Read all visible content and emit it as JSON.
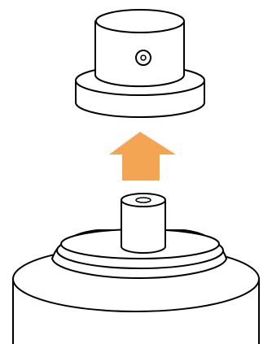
{
  "diagram": {
    "subject": "spray-can-nozzle-attachment",
    "parts": [
      {
        "name": "spray-nozzle-cap",
        "icon": "nozzle-cap-icon"
      },
      {
        "name": "insert-direction-arrow",
        "icon": "arrow-up-icon"
      },
      {
        "name": "valve-stem",
        "icon": "valve-stem-icon"
      },
      {
        "name": "can-top",
        "icon": "can-top-icon"
      }
    ],
    "colors": {
      "outline": "#000000",
      "fill": "#ffffff",
      "arrow": "#F4A553"
    }
  }
}
